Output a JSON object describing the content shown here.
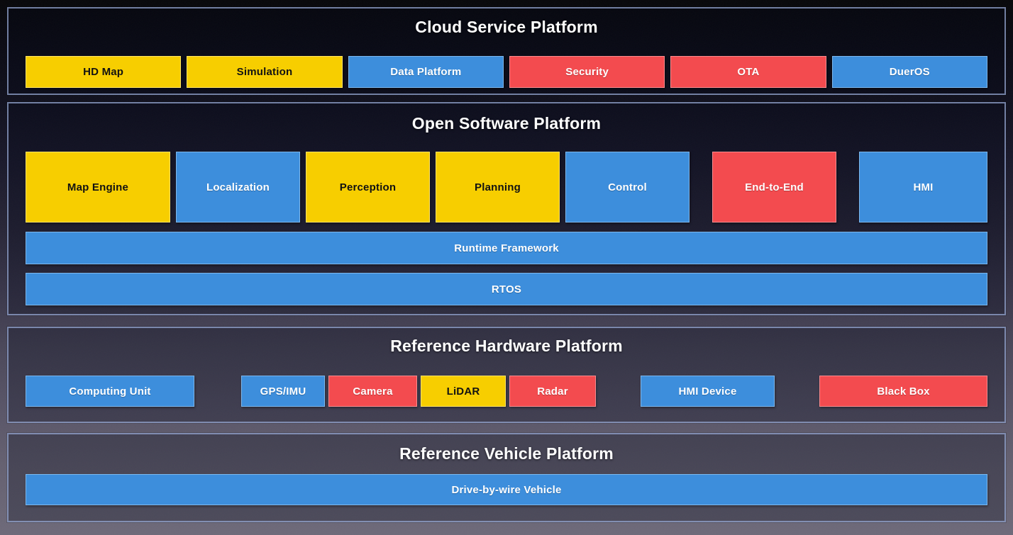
{
  "colors": {
    "yellow": "#F7CE00",
    "blue": "#3D8EDC",
    "red": "#F34B4F",
    "section_border": "#94A6D0",
    "background_top": "#060609",
    "background_bottom": "#6D6979",
    "title_text": "#FFFFFF"
  },
  "cloud": {
    "title": "Cloud Service Platform",
    "boxes": [
      {
        "label": "HD Map",
        "color": "yellow"
      },
      {
        "label": "Simulation",
        "color": "yellow"
      },
      {
        "label": "Data Platform",
        "color": "blue"
      },
      {
        "label": "Security",
        "color": "red"
      },
      {
        "label": "OTA",
        "color": "red"
      },
      {
        "label": "DuerOS",
        "color": "blue"
      }
    ]
  },
  "software": {
    "title": "Open Software Platform",
    "modules": [
      {
        "label": "Map Engine",
        "color": "yellow"
      },
      {
        "label": "Localization",
        "color": "blue"
      },
      {
        "label": "Perception",
        "color": "yellow"
      },
      {
        "label": "Planning",
        "color": "yellow"
      },
      {
        "label": "Control",
        "color": "blue"
      },
      {
        "label": "End-to-End",
        "color": "red"
      },
      {
        "label": "HMI",
        "color": "blue"
      }
    ],
    "layers": [
      {
        "label": "Runtime Framework",
        "color": "blue"
      },
      {
        "label": "RTOS",
        "color": "blue"
      }
    ]
  },
  "hardware": {
    "title": "Reference Hardware Platform",
    "boxes": [
      {
        "label": "Computing Unit",
        "color": "blue"
      },
      {
        "label": "GPS/IMU",
        "color": "blue"
      },
      {
        "label": "Camera",
        "color": "red"
      },
      {
        "label": "LiDAR",
        "color": "yellow"
      },
      {
        "label": "Radar",
        "color": "red"
      },
      {
        "label": "HMI Device",
        "color": "blue"
      },
      {
        "label": "Black Box",
        "color": "red"
      }
    ]
  },
  "vehicle": {
    "title": "Reference Vehicle Platform",
    "layers": [
      {
        "label": "Drive-by-wire Vehicle",
        "color": "blue"
      }
    ]
  }
}
